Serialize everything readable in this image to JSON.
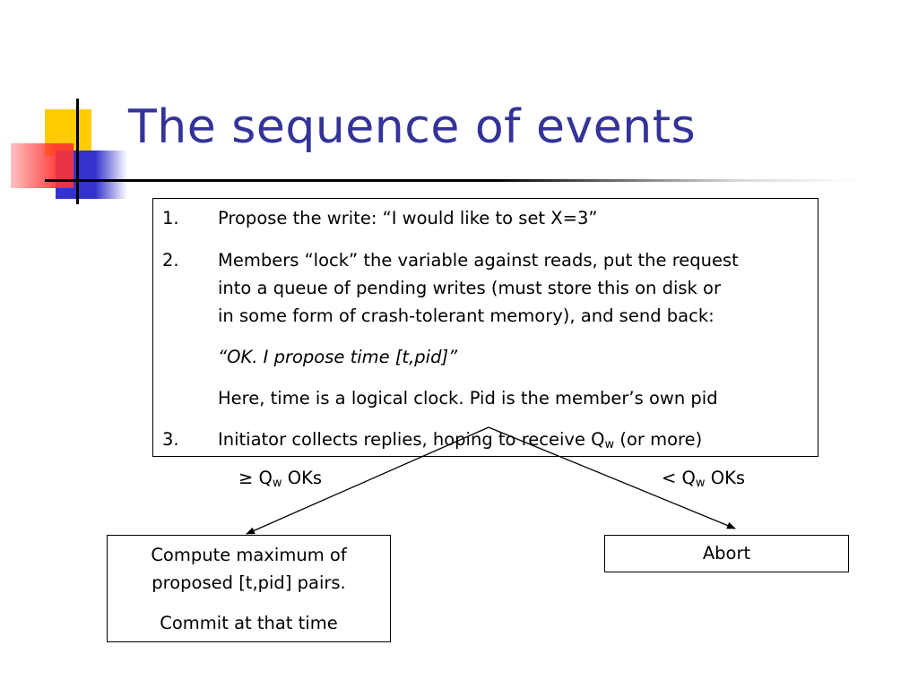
{
  "slide": {
    "title": "The sequence of events"
  },
  "steps": [
    {
      "number": "1.",
      "text": "Propose the write: “I would like to set X=3”"
    },
    {
      "number": "2.",
      "lines": [
        "Members “lock” the variable against reads, put the request",
        "into a queue of pending writes (must store this on disk or",
        "in some form of crash-tolerant memory), and send back:"
      ],
      "quote": "“OK.  I propose time [t,pid]”",
      "note": "Here, time is a logical clock.  Pid is the member’s own pid"
    },
    {
      "number": "3.",
      "text_before": "Initiator collects replies, hoping to receive Q",
      "subscript": "w",
      "text_after": " (or more)"
    }
  ],
  "branches": {
    "left": {
      "symbol": "≥ Q",
      "subscript": "w",
      "suffix": " OKs"
    },
    "right": {
      "symbol": "< Q",
      "subscript": "w",
      "suffix": " OKs"
    }
  },
  "outcomes": {
    "commit": {
      "lines": [
        "Compute maximum of",
        "proposed [t,pid] pairs."
      ],
      "second": "Commit at that time"
    },
    "abort": {
      "label": "Abort"
    }
  },
  "colors": {
    "title": "#333399",
    "deco_yellow": "#ffcc00",
    "deco_red": "#ff3333",
    "deco_blue": "#3333cc"
  }
}
